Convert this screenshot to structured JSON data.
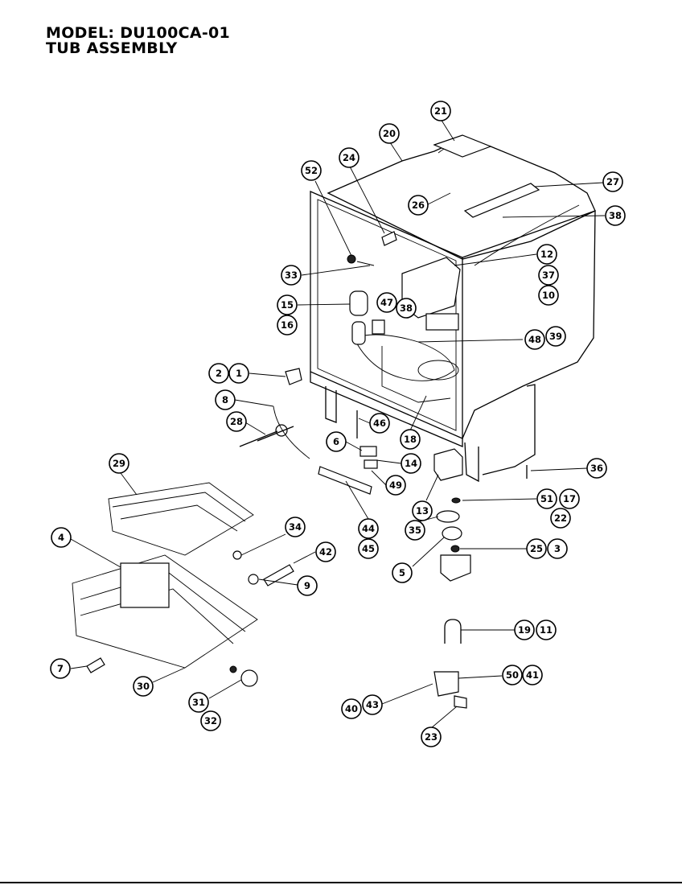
{
  "header": {
    "model_line": "MODEL: DU100CA-01",
    "section_line": "TUB ASSEMBLY"
  },
  "diagram": {
    "callouts": [
      "21",
      "20",
      "24",
      "52",
      "27",
      "26",
      "38",
      "12",
      "37",
      "10",
      "33",
      "15",
      "16",
      "47",
      "39",
      "48",
      "2",
      "1",
      "8",
      "46",
      "28",
      "6",
      "18",
      "14",
      "36",
      "29",
      "49",
      "13",
      "51",
      "17",
      "22",
      "34",
      "42",
      "44",
      "45",
      "35",
      "4",
      "25",
      "3",
      "5",
      "9",
      "19",
      "11",
      "7",
      "50",
      "41",
      "30",
      "40",
      "43",
      "31",
      "32",
      "23"
    ]
  }
}
